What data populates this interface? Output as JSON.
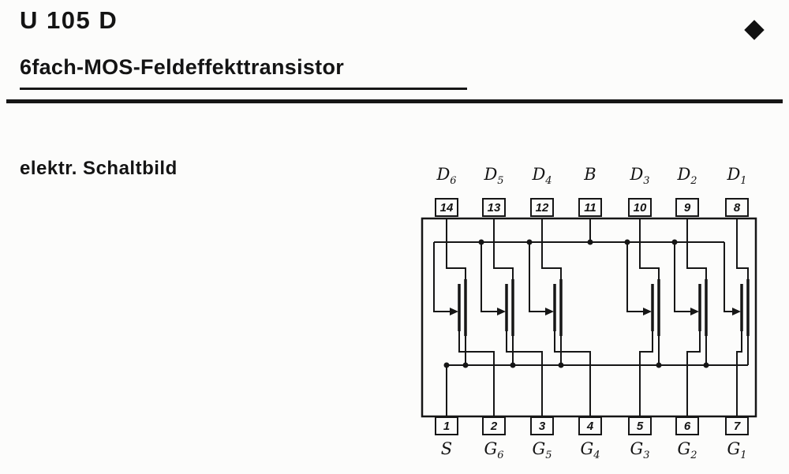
{
  "page": {
    "title": "U 105 D",
    "subtitle": "6fach-MOS-Feldeffekttransistor",
    "section_label": "elektr. Schaltbild"
  },
  "colors": {
    "ink": "#141414",
    "paper": "#fcfcfb"
  },
  "schematic": {
    "type": "IC pinout with 6 MOS-FET symbols, common source bus and common bulk (B) bus",
    "transistor_count": 6,
    "top_pins": [
      {
        "label_base": "D",
        "label_sub": "6",
        "number": "14"
      },
      {
        "label_base": "D",
        "label_sub": "5",
        "number": "13"
      },
      {
        "label_base": "D",
        "label_sub": "4",
        "number": "12"
      },
      {
        "label_base": "B",
        "label_sub": "",
        "number": "11"
      },
      {
        "label_base": "D",
        "label_sub": "3",
        "number": "10"
      },
      {
        "label_base": "D",
        "label_sub": "2",
        "number": "9"
      },
      {
        "label_base": "D",
        "label_sub": "1",
        "number": "8"
      }
    ],
    "bottom_pins": [
      {
        "number": "1",
        "label_base": "S",
        "label_sub": ""
      },
      {
        "number": "2",
        "label_base": "G",
        "label_sub": "6"
      },
      {
        "number": "3",
        "label_base": "G",
        "label_sub": "5"
      },
      {
        "number": "4",
        "label_base": "G",
        "label_sub": "4"
      },
      {
        "number": "5",
        "label_base": "G",
        "label_sub": "3"
      },
      {
        "number": "6",
        "label_base": "G",
        "label_sub": "2"
      },
      {
        "number": "7",
        "label_base": "G",
        "label_sub": "1"
      }
    ]
  }
}
